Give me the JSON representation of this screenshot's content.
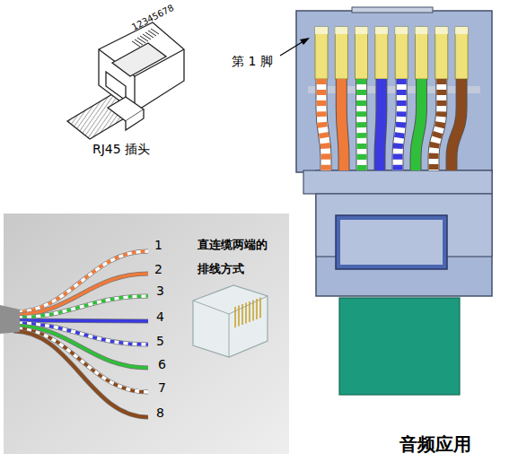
{
  "diagram": {
    "labels": [
      "12345678",
      "RJ45 插头",
      "第 1 脚",
      "直连缆两端的 排线方式",
      "1",
      "2",
      "3",
      "4",
      "5",
      "6",
      "7",
      "8",
      "音频应用"
    ]
  }
}
